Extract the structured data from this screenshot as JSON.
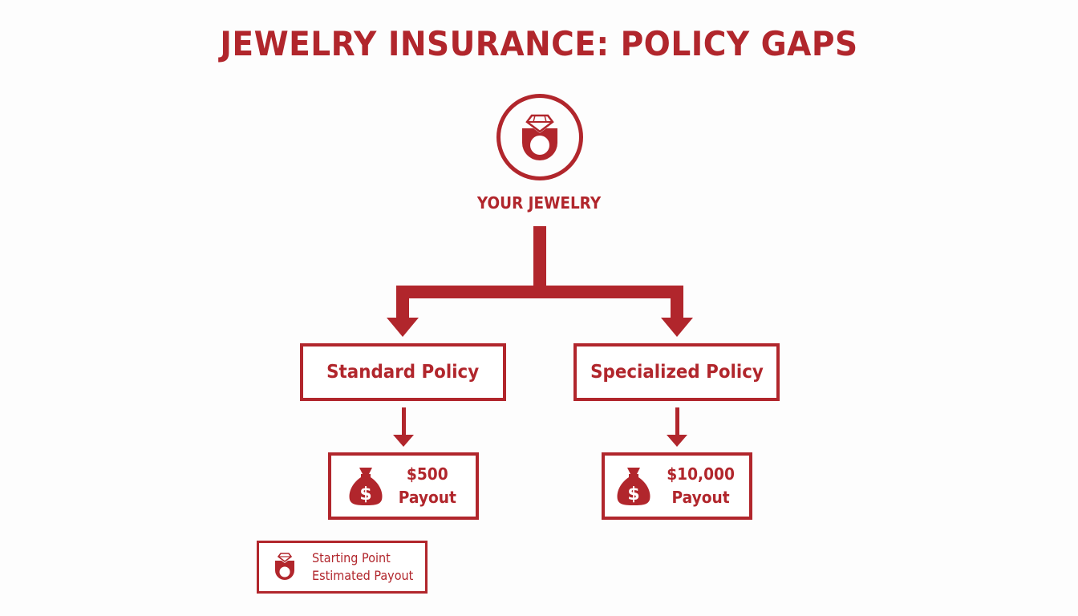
{
  "title": "JEWELRY INSURANCE: POLICY GAPS",
  "colors": {
    "accent": "#b1262c",
    "background": "#fdfdfd"
  },
  "root": {
    "label": "YOUR JEWELRY",
    "icon": "diamond-ring-icon"
  },
  "branches": [
    {
      "policy": "Standard Policy",
      "payout_amount": "$500",
      "payout_label": "Payout",
      "icon": "money-bag-icon"
    },
    {
      "policy": "Specialized Policy",
      "payout_amount": "$10,000",
      "payout_label": "Payout",
      "icon": "money-bag-icon"
    }
  ],
  "legend": {
    "icon": "diamond-ring-icon",
    "lines": [
      "Starting Point",
      "Estimated Payout"
    ]
  }
}
